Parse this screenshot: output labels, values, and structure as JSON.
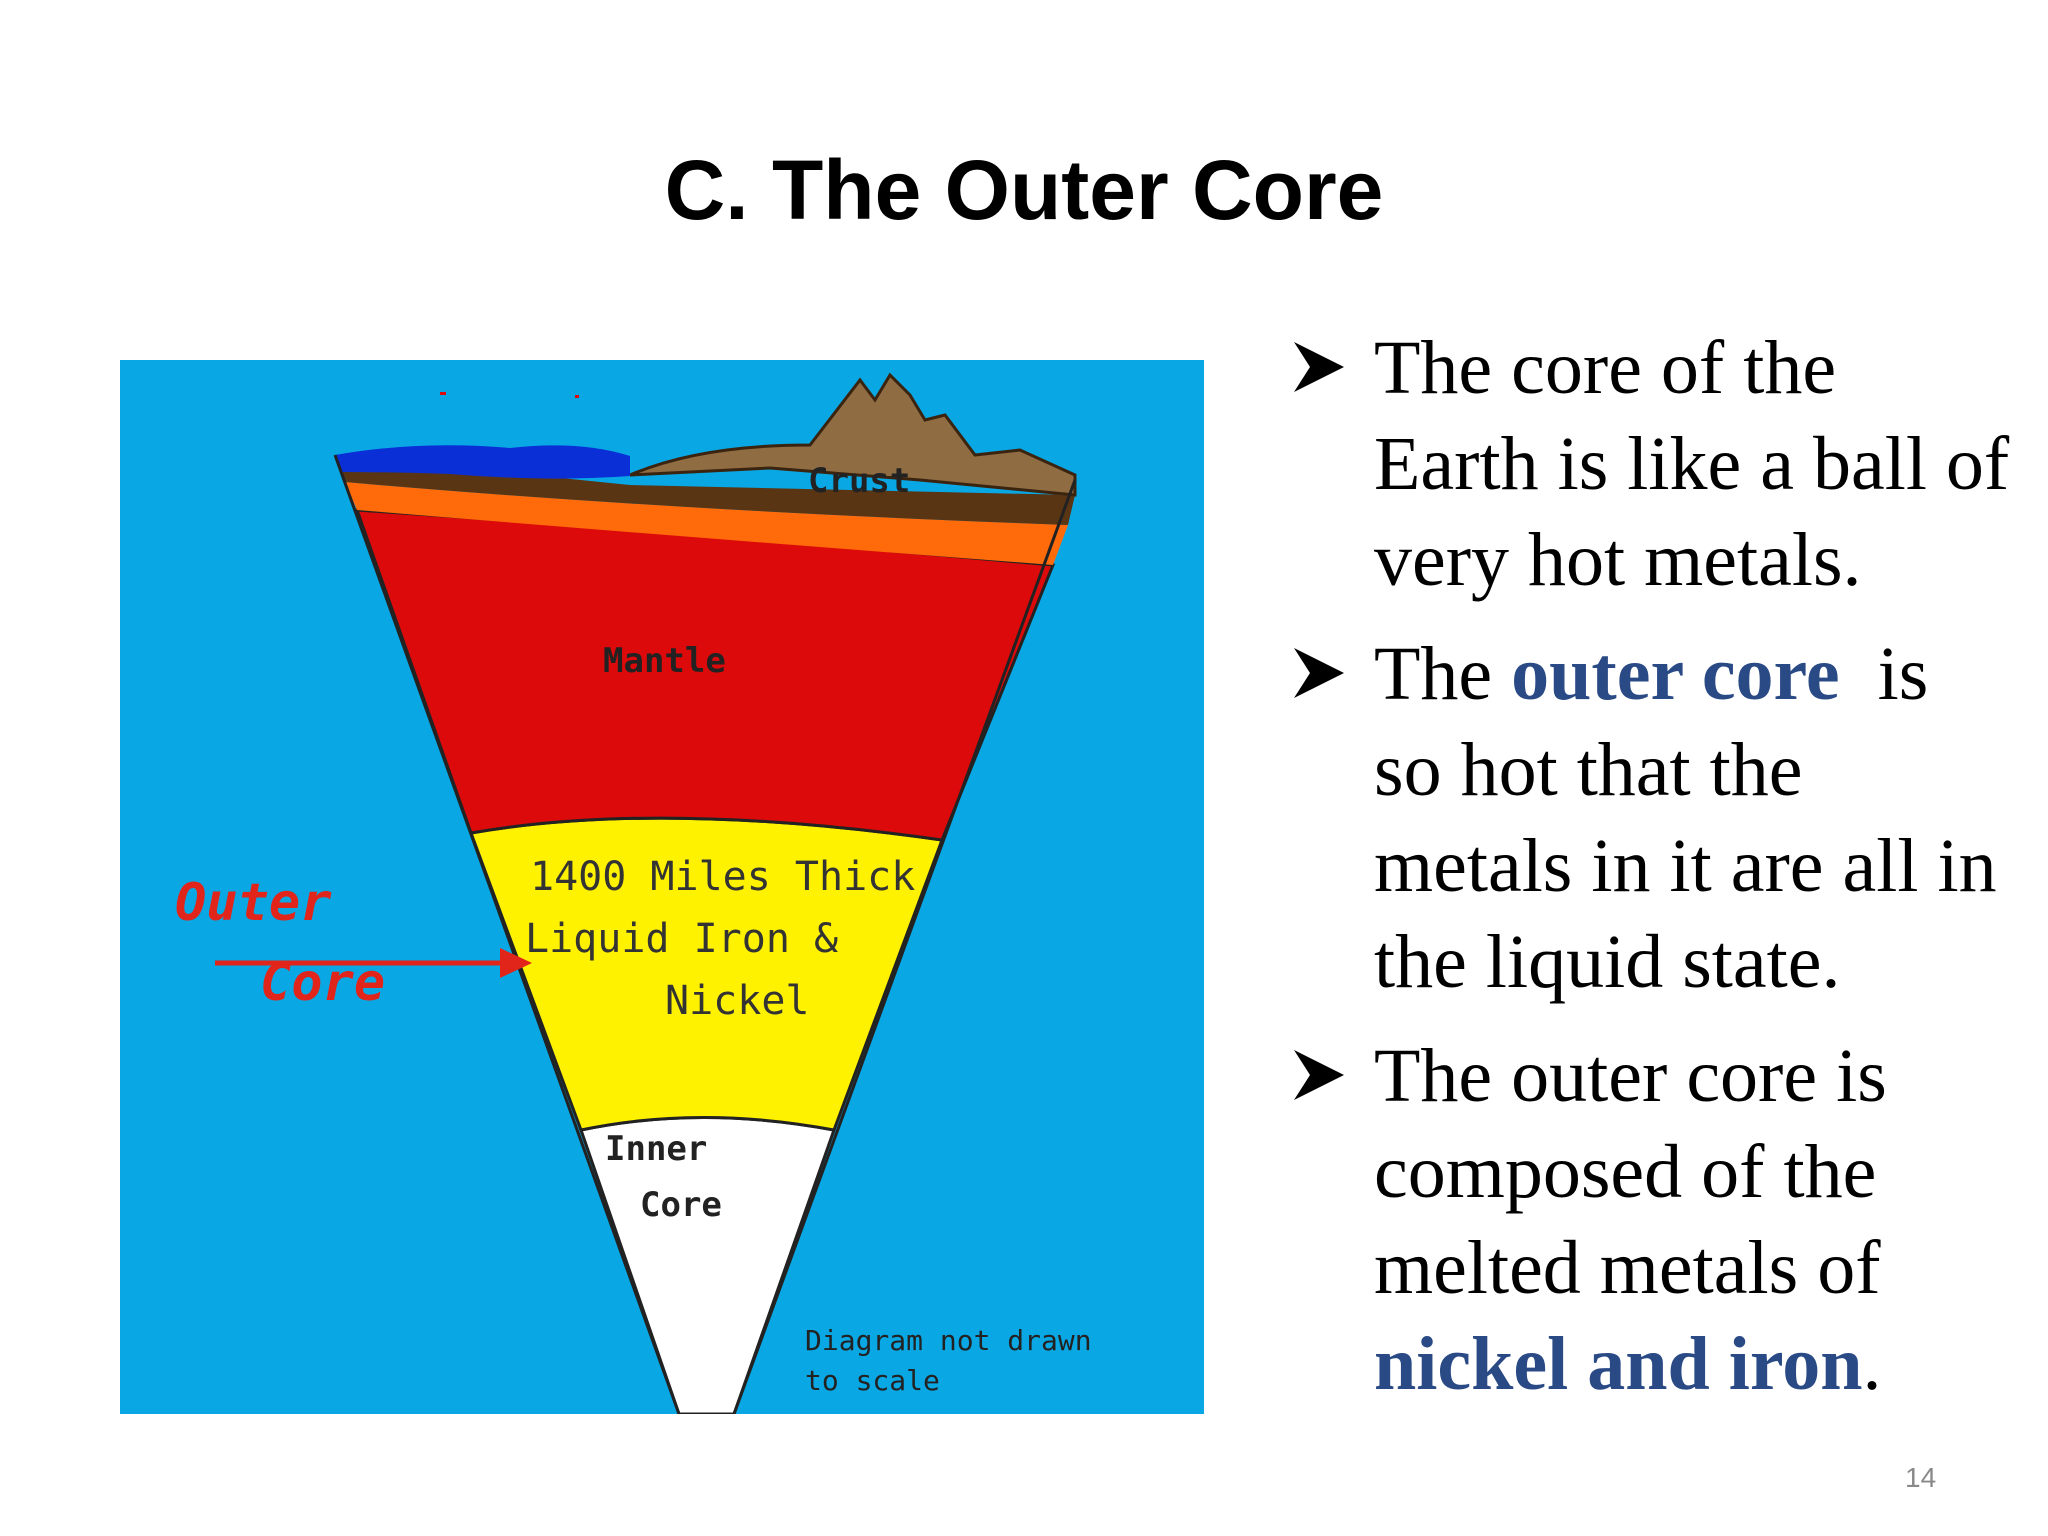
{
  "slide": {
    "title": "C. The Outer Core",
    "page_number": "14"
  },
  "diagram": {
    "labels": {
      "crust": "Crust",
      "mantle": "Mantle",
      "outer_core_line1": "1400 Miles Thick",
      "outer_core_line2": "Liquid Iron &",
      "outer_core_line3": "Nickel",
      "inner_core_line1": "Inner",
      "inner_core_line2": "Core",
      "callout_line1": "Outer",
      "callout_line2": "Core",
      "note_line1": "Diagram not drawn",
      "note_line2": "to scale"
    },
    "colors": {
      "background": "#09a8e5",
      "water": "#0b2fd6",
      "mountain": "#8f6c42",
      "crust_dark": "#5a3514",
      "upper_mantle": "#ff6a0a",
      "mantle": "#dc0a0a",
      "outer_core": "#fff200",
      "inner_core": "#ffffff",
      "callout": "#e1251b"
    }
  },
  "bullets": [
    {
      "text": "The core of the Earth is like a ball of very hot metals."
    },
    {
      "before": "The ",
      "highlight": "outer core",
      "after": "  is so hot that the metals in it are all in the liquid state."
    },
    {
      "before": "The outer core is composed of the melted metals of ",
      "highlight": "nickel and iron",
      "after": "."
    }
  ],
  "accent_color": "#2a4a86"
}
